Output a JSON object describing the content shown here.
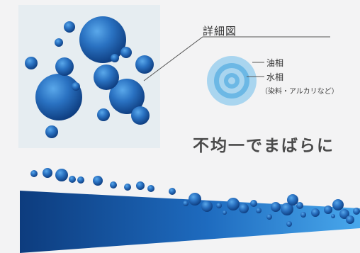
{
  "detail": {
    "title": "詳細図",
    "oil_label": "油相",
    "water_label": "水相",
    "water_note": "（染料・アルカリなど）"
  },
  "caption": "不均一でまばらに",
  "colors": {
    "droplet_highlight": "#4a9be0",
    "droplet_mid": "#1e5fae",
    "droplet_dark": "#0d3f83",
    "panel_bg": "#e6edf1",
    "wedge_dark": "#0e3f82",
    "wedge_light": "#3a96e0",
    "ring_outer": "#a8d4ee",
    "ring_inner": "#6bb7e4",
    "page_bg": "#f3f3f4"
  }
}
